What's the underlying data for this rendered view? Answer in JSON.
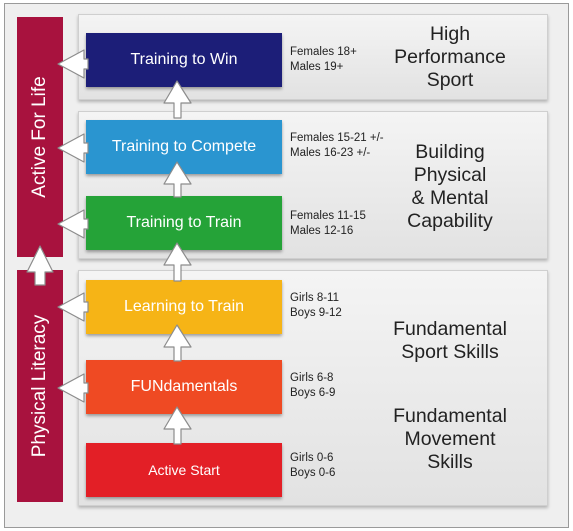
{
  "side_bars": {
    "top": "Active For Life",
    "bottom": "Physical Literacy"
  },
  "stages": [
    {
      "label": "Training to Win",
      "color": "#1c1e78",
      "ages": [
        "Females 18+",
        "Males 19+"
      ]
    },
    {
      "label": "Training to Compete",
      "color": "#2a95d0",
      "ages": [
        "Females 15-21 +/-",
        "Males 16-23 +/-"
      ]
    },
    {
      "label": "Training to Train",
      "color": "#25a338",
      "ages": [
        "Females 11-15",
        "Males 12-16"
      ]
    },
    {
      "label": "Learning to Train",
      "color": "#f6b416",
      "ages": [
        "Girls 8-11",
        "Boys 9-12"
      ]
    },
    {
      "label": "FUNdamentals",
      "color": "#ef4a23",
      "ages": [
        "Girls 6-8",
        "Boys 6-9"
      ]
    },
    {
      "label": "Active Start",
      "color": "#e31f26",
      "ages": [
        "Girls 0-6",
        "Boys 0-6"
      ]
    }
  ],
  "zones": [
    {
      "lines": [
        "High",
        "Performance",
        "Sport"
      ]
    },
    {
      "lines": [
        "Building",
        "Physical",
        "& Mental",
        "Capability"
      ]
    },
    {
      "lines": [
        "Fundamental",
        "Sport Skills"
      ]
    },
    {
      "lines": [
        "Fundamental",
        "Movement",
        "Skills"
      ]
    }
  ],
  "colors": {
    "side_bar": "#a8123e",
    "arrow_fill": "#ffffff",
    "arrow_stroke": "#8c8c8c"
  }
}
